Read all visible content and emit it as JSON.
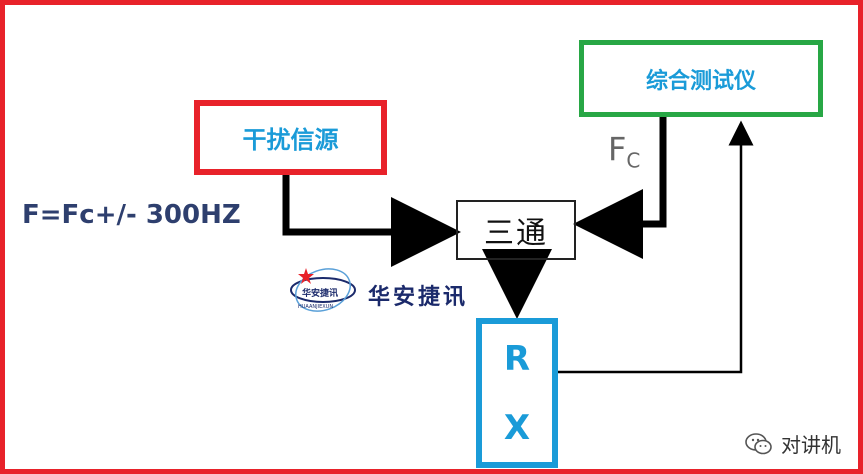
{
  "diagram": {
    "tester_label": "综合测试仪",
    "interference_label": "干扰信源",
    "three_way_label": "三通",
    "rx_label_line1": "R",
    "rx_label_line2": "X",
    "freq_formula": "F=Fc+/- 300HZ",
    "fc_main": "F",
    "fc_sub": "C"
  },
  "logo": {
    "brand_text": "华安捷讯",
    "emblem_text": "华安捷讯",
    "emblem_sub": "HUAANJIEXUN"
  },
  "watermark": {
    "text": "对讲机",
    "icon": "wechat-icon"
  },
  "colors": {
    "frame_red": "#e8222a",
    "green": "#28a745",
    "blue": "#1a9bd8",
    "navy": "#2e3f6e"
  }
}
